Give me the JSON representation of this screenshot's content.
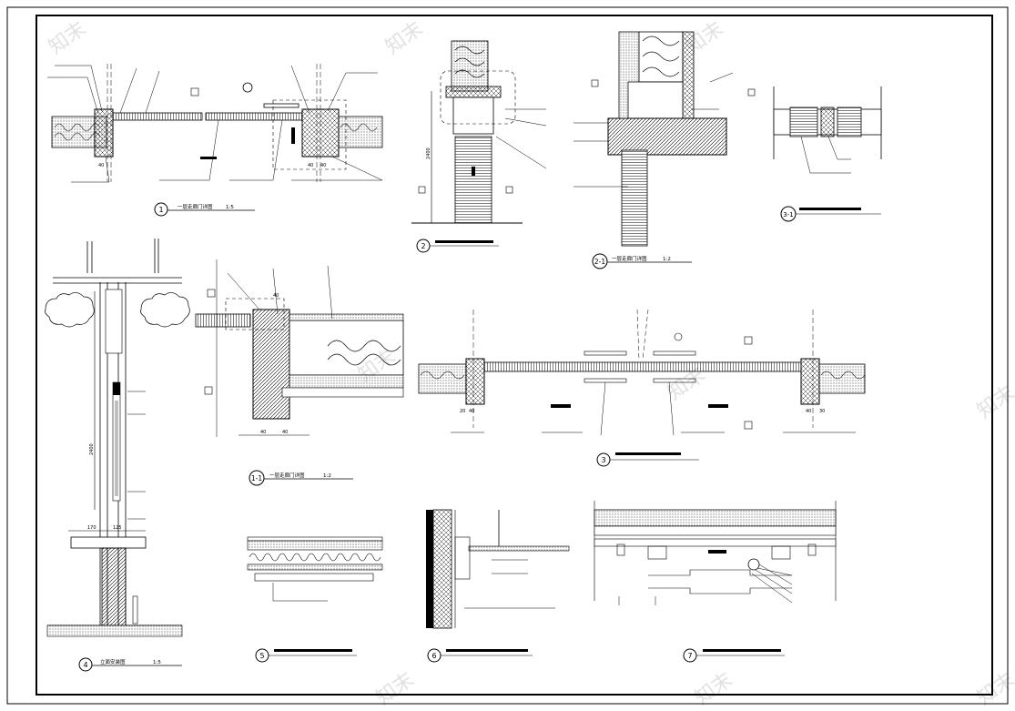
{
  "sheet": {
    "watermark": "知末"
  },
  "details": [
    {
      "num": "1",
      "title": "一层走廊门详图",
      "scale": "1:5"
    },
    {
      "num": "2",
      "title": "",
      "scale": ""
    },
    {
      "num": "2-1",
      "title": "一层走廊门详图",
      "scale": "1:2"
    },
    {
      "num": "3-1",
      "title": "",
      "scale": ""
    },
    {
      "num": "4",
      "title": "立面安装图",
      "scale": "1:5"
    },
    {
      "num": "1-1",
      "title": "一层走廊门详图",
      "scale": "1:2"
    },
    {
      "num": "3",
      "title": "",
      "scale": ""
    },
    {
      "num": "5",
      "title": "",
      "scale": ""
    },
    {
      "num": "6",
      "title": "",
      "scale": ""
    },
    {
      "num": "7",
      "title": "",
      "scale": ""
    }
  ],
  "dims": {
    "d1a": "40",
    "d1b": "40",
    "d1c": "40",
    "d2a": "2400",
    "d3a": "40",
    "d3b": "40",
    "d3c": "20",
    "d3d": "30",
    "d4a": "170",
    "d4b": "125",
    "d4c": "2400",
    "d11a": "40",
    "d11b": "40",
    "d11c": "40"
  }
}
